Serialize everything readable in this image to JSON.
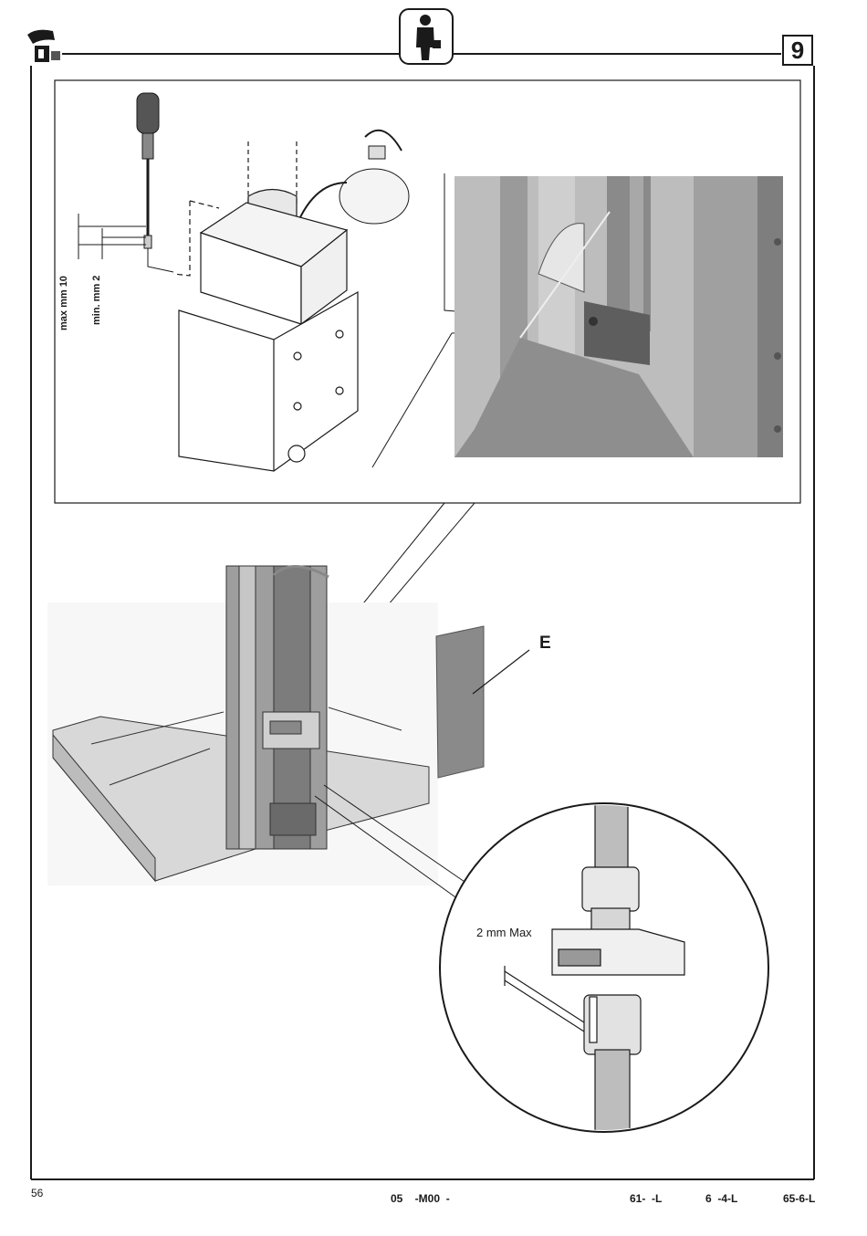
{
  "header": {
    "section_number": "9",
    "left_icon": "lift-operator-icon",
    "center_icon": "person-with-briefcase-icon"
  },
  "labels": {
    "max_label": "max mm 10",
    "min_label": "min. mm 2",
    "part_e": "E",
    "gap_label": "2 mm Max"
  },
  "footer": {
    "page_number": "56",
    "doc_code": "05    -M00  -",
    "models": [
      "61-  -L",
      "6  -4-L",
      "65-6-L"
    ]
  },
  "colors": {
    "ink": "#1a1a1a",
    "metal_dark": "#8c8c8c",
    "metal_light": "#d9d9d9"
  }
}
